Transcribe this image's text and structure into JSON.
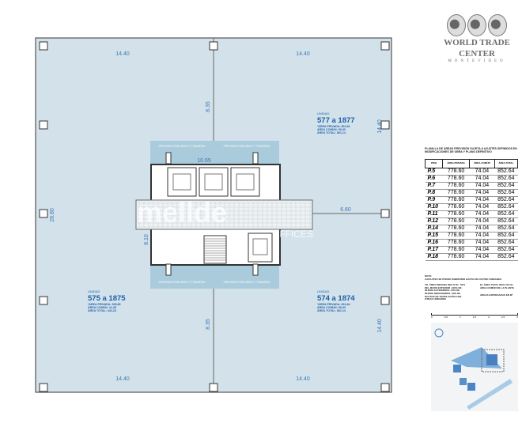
{
  "logo": {
    "name_line1": "WORLD TRADE",
    "name_line2": "CENTER",
    "city": "MONTEVIDEO"
  },
  "colors": {
    "plan_fill": "#d3e2ea",
    "dim_text": "#3a78b8",
    "core_zone": "#a9cbdc",
    "unit_text": "#1f5fa8"
  },
  "dimensions": {
    "top_left": "14.40",
    "top_right": "14.40",
    "bottom_left": "14.40",
    "bottom_right": "14.40",
    "upper_center": "8.35",
    "lower_center": "8.35",
    "right_upper": "14.40",
    "right_lower": "14.40",
    "left_total": "28.80",
    "right_core": "6.60",
    "core_width": "10.65",
    "core_height": "8.10"
  },
  "provisions": [
    "PREVISION PARA BSMT Y TISANERIA",
    "PREVISION PARA BSMT Y TISANERIA",
    "PREVISION PARA BSMT Y TISANERIA",
    "PREVISION PARA BSMT Y TISANERIA"
  ],
  "watermark": {
    "brand": "mellde",
    "sub": "OFFICES"
  },
  "units": [
    {
      "label": "UNIDAD",
      "number": "577 a 1877",
      "private": "*ÁREA PRIVADA: 801,84",
      "common": "ÁREA COMÚN: 59,30",
      "total": "ÁREA TOTAL: 861,14"
    },
    {
      "label": "UNIDAD",
      "number": "575 a 1875",
      "private": "*ÁREA PRIVADA: 399,85",
      "common": "ÁREA COMÚN: 41,38",
      "total": "ÁREA TOTAL: 441,23"
    },
    {
      "label": "UNIDAD",
      "number": "574 a 1874",
      "private": "*ÁREA PRIVADA: 801,84",
      "common": "ÁREA COMÚN: 59,30",
      "total": "ÁREA TOTAL: 861,14"
    }
  ],
  "table": {
    "title": "PLANILLA DE ÁREAS PREVISIÓN SUJETA A AJUSTES DEFINIDOS EN MODIFICACIONES DE OBRA Y PLANO DEFINITIVO",
    "headers": [
      "PISO",
      "ÁREA PRIVADA",
      "ÁREA COMÚN",
      "ÁREA TOTAL"
    ],
    "rows": [
      [
        "P.5",
        "778.60",
        "74.04",
        "852.64"
      ],
      [
        "P.6",
        "778.60",
        "74.04",
        "852.64"
      ],
      [
        "P.7",
        "778.60",
        "74.04",
        "852.64"
      ],
      [
        "P.8",
        "778.60",
        "74.04",
        "852.64"
      ],
      [
        "P.9",
        "778.60",
        "74.04",
        "852.64"
      ],
      [
        "P.10",
        "778.60",
        "74.04",
        "852.64"
      ],
      [
        "P.11",
        "778.60",
        "74.04",
        "852.64"
      ],
      [
        "P.12",
        "778.60",
        "74.04",
        "852.64"
      ],
      [
        "P.14",
        "778.60",
        "74.04",
        "852.64"
      ],
      [
        "P.15",
        "778.60",
        "74.04",
        "852.64"
      ],
      [
        "P.16",
        "778.60",
        "74.04",
        "852.64"
      ],
      [
        "P.17",
        "778.60",
        "74.04",
        "852.64"
      ],
      [
        "P.18",
        "778.60",
        "74.04",
        "852.64"
      ]
    ]
  },
  "notes": {
    "heading": "NOTA:",
    "line1": "CADA PISO SE PODRÁ SUBDIVIDIR HASTA EN CUATRO UNIDADES",
    "left": "*EL ÁREA PRIVADA INCLUYE: -50% DEL MURO EXTERIOR -100% DE MUROS EXTERIORES -50% DE MUROS MEDIANEROS -50% DE DUCTOS DE VENTILACIÓN CON OTRAS UNIDADES",
    "right": "EL ÁREA TOTAL INCLUYE EL ÁREA COMÚN DE LA PLANTA",
    "units": "ÁREAS EXPRESADAS EN M²"
  },
  "scale": [
    "0",
    "0.5",
    "1",
    "1.5",
    "2",
    "2.5",
    "5"
  ]
}
